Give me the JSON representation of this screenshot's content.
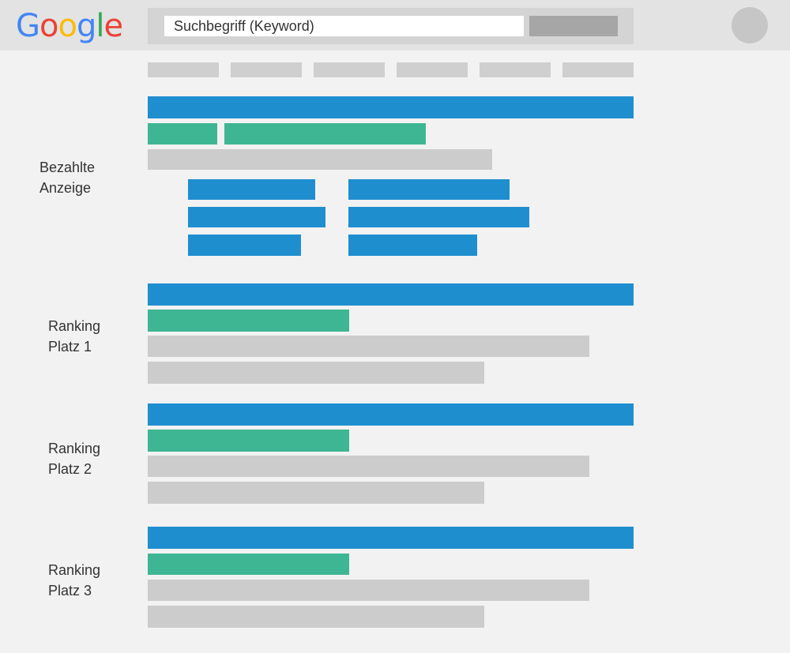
{
  "header": {
    "logo_letters": [
      "G",
      "o",
      "o",
      "g",
      "l",
      "e"
    ],
    "logo_colors": [
      "#4285F4",
      "#EA4335",
      "#FBBC05",
      "#4285F4",
      "#34A853",
      "#EA4335"
    ],
    "search_value": "Suchbegriff (Keyword)"
  },
  "sections": {
    "ad": {
      "line1": "Bezahlte",
      "line2": "Anzeige"
    },
    "rank1": {
      "line1": "Ranking",
      "line2": "Platz 1"
    },
    "rank2": {
      "line1": "Ranking",
      "line2": "Platz 2"
    },
    "rank3": {
      "line1": "Ranking",
      "line2": "Platz 3"
    }
  },
  "colors": {
    "title_bar": "#1f8ecf",
    "url_bar": "#3fb693",
    "text_bar": "#cccccc",
    "background": "#f2f2f2"
  }
}
